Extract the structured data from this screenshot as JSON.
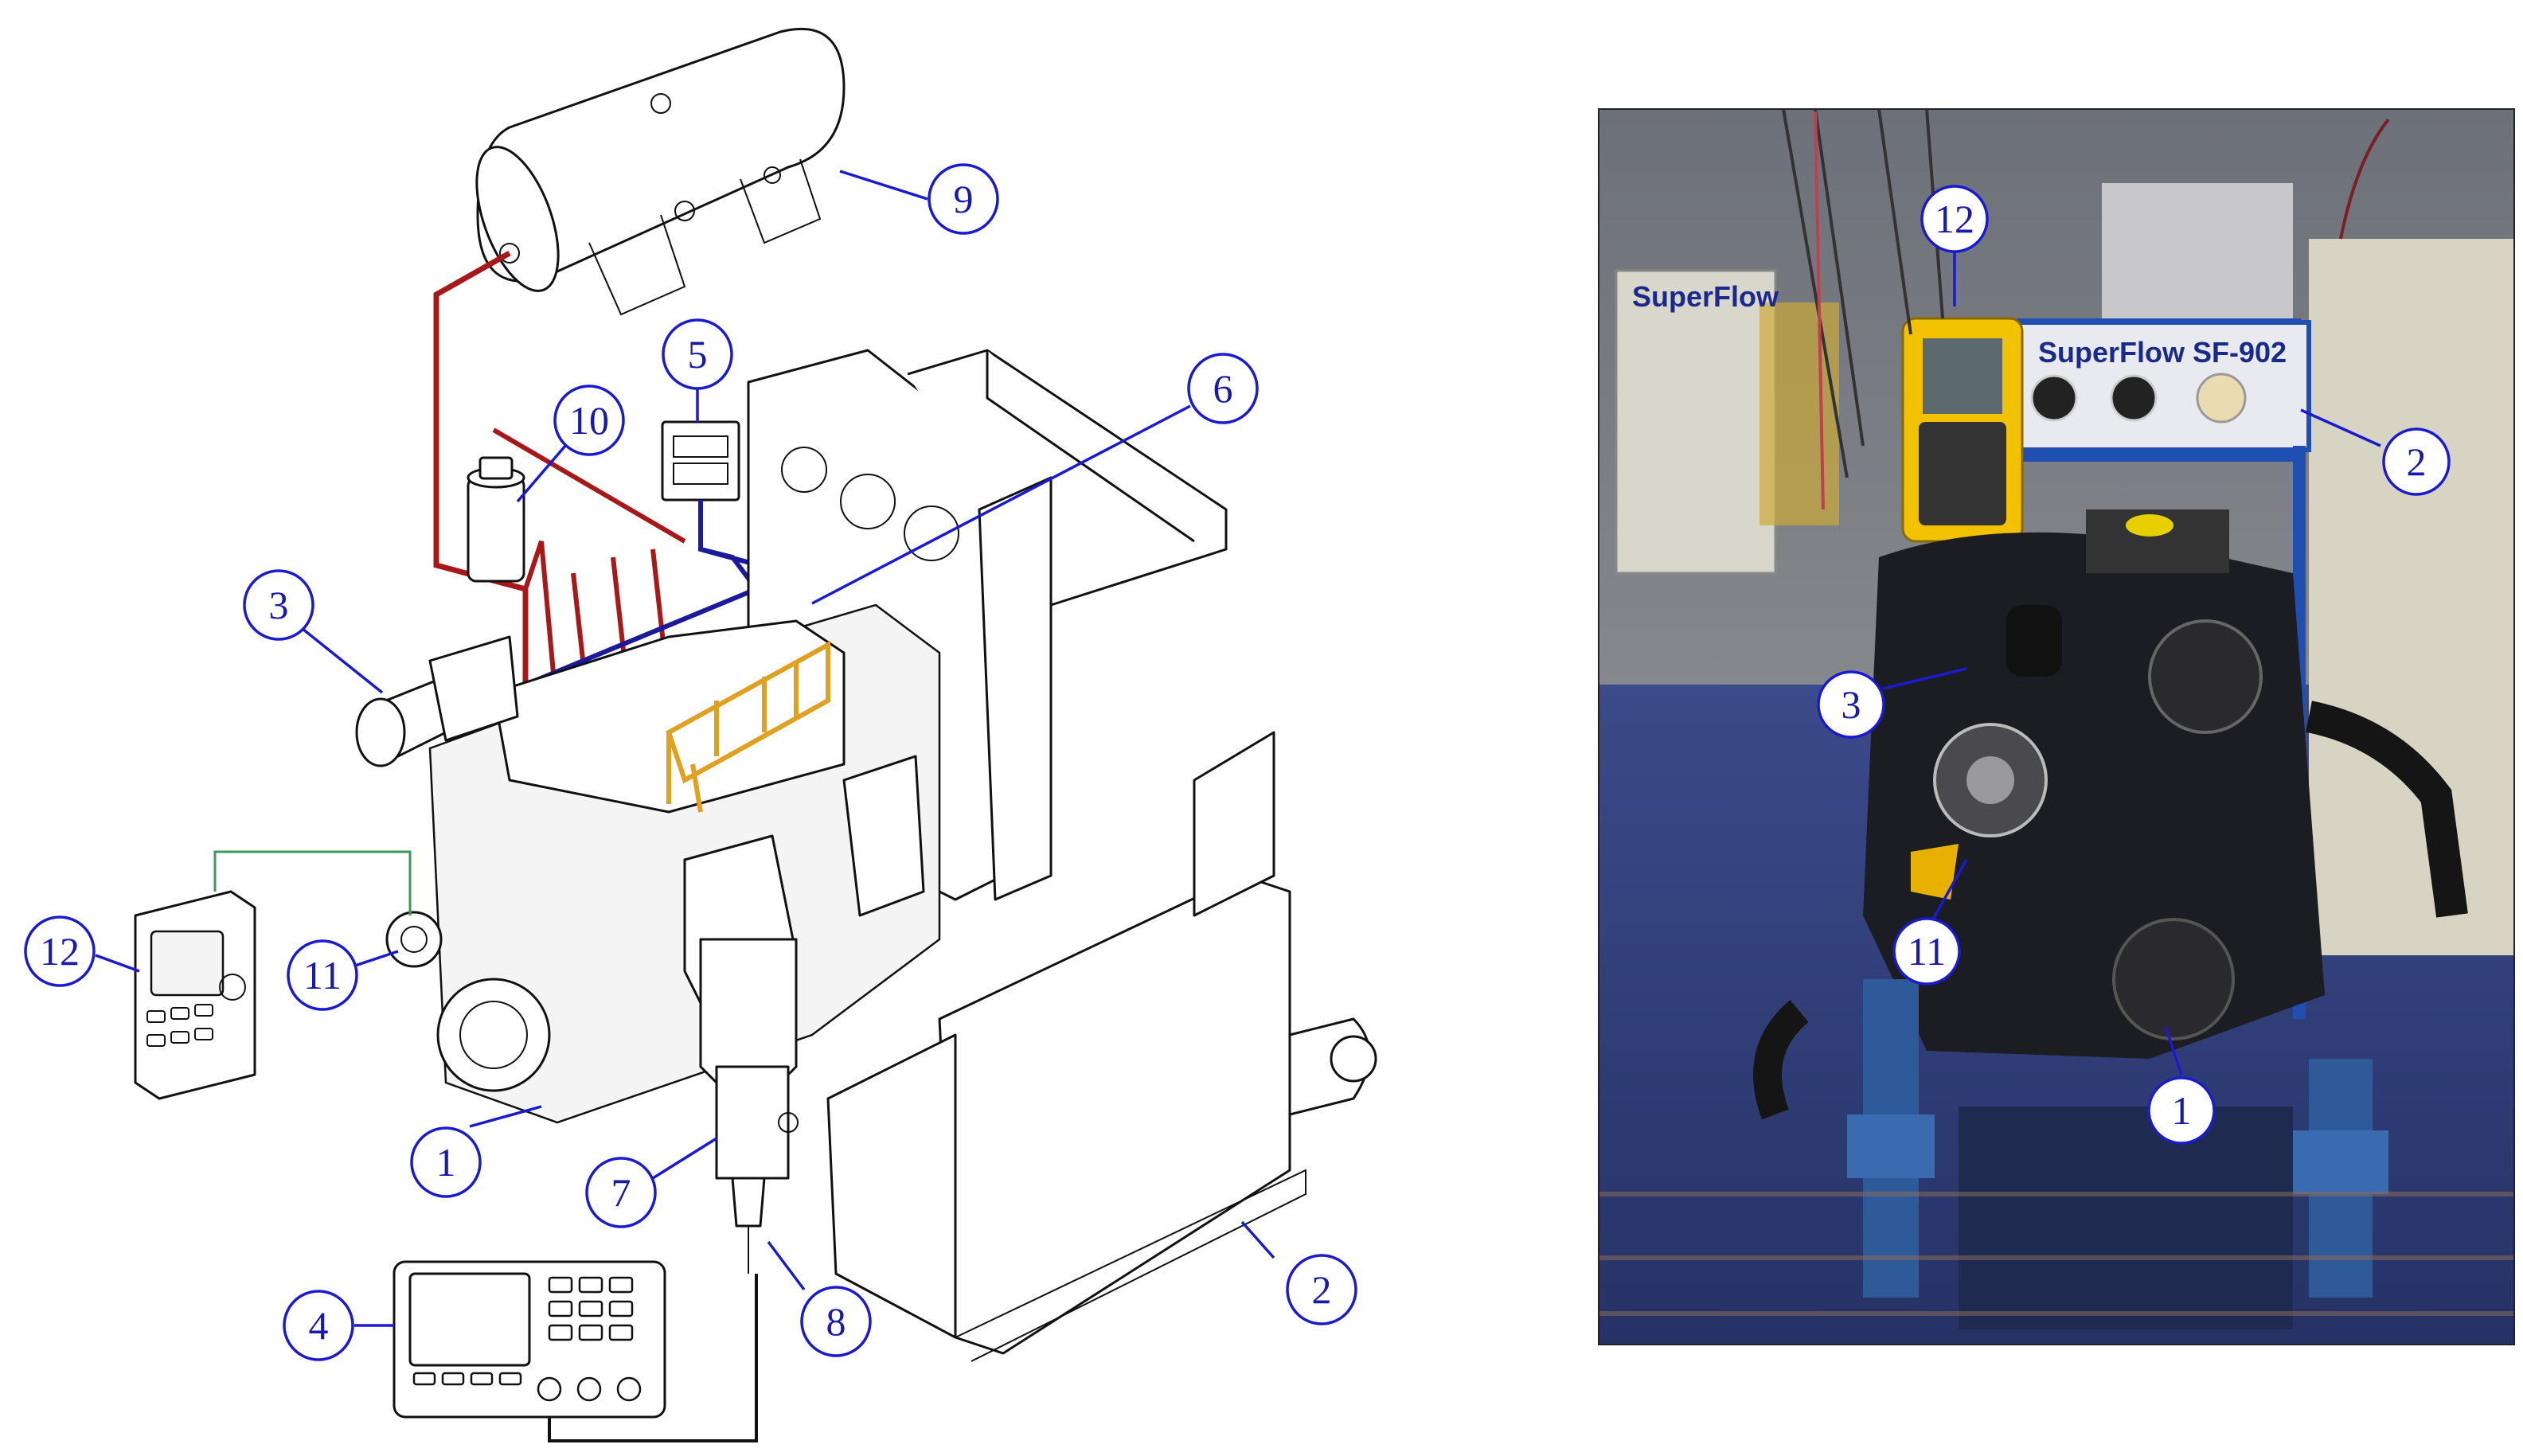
{
  "callouts_left": [
    {
      "id": "c1",
      "label": "1"
    },
    {
      "id": "c2",
      "label": "2"
    },
    {
      "id": "c3",
      "label": "3"
    },
    {
      "id": "c4",
      "label": "4"
    },
    {
      "id": "c5",
      "label": "5"
    },
    {
      "id": "c6",
      "label": "6"
    },
    {
      "id": "c7",
      "label": "7"
    },
    {
      "id": "c8",
      "label": "8"
    },
    {
      "id": "c9",
      "label": "9"
    },
    {
      "id": "c10",
      "label": "10"
    },
    {
      "id": "c11",
      "label": "11"
    },
    {
      "id": "c12",
      "label": "12"
    }
  ],
  "callouts_right": [
    {
      "id": "p1",
      "label": "1"
    },
    {
      "id": "p2",
      "label": "2"
    },
    {
      "id": "p3",
      "label": "3"
    },
    {
      "id": "p11",
      "label": "11"
    },
    {
      "id": "p12",
      "label": "12"
    }
  ],
  "photo": {
    "panel_brand": "SuperFlow SF-902",
    "cabinet_brand": "SuperFlow"
  },
  "colors": {
    "callout_blue": "#1a1ad0",
    "air_line_red": "#a81818",
    "fuel_line_blue": "#1a1a9a",
    "sensor_line_orange": "#e0a020",
    "signal_line_green": "#3a9a5a",
    "dyno_blue": "#1f4fb0",
    "meter_yellow": "#f2c200"
  }
}
